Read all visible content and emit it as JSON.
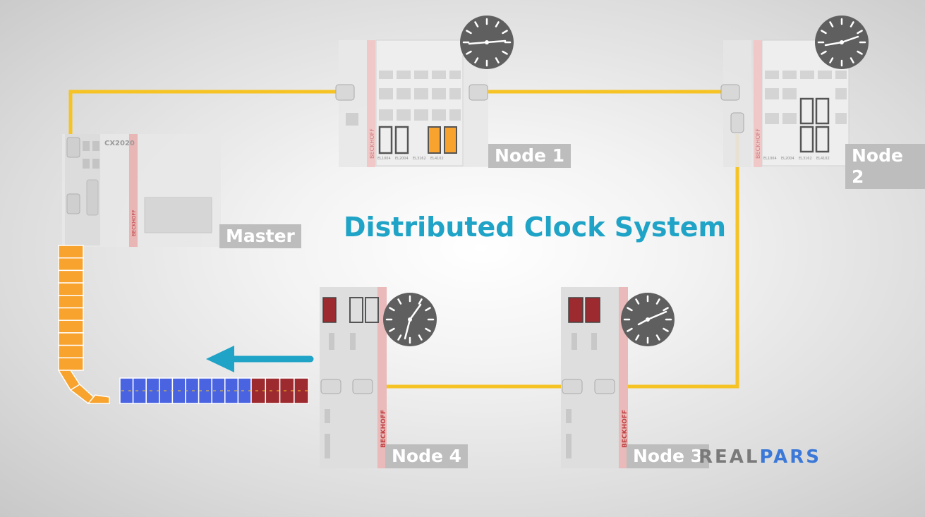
{
  "title": "Distributed Clock System",
  "master": {
    "label": "Master",
    "model": "CX2020",
    "brand": "BECKHOFF"
  },
  "nodes": [
    {
      "label": "Node 1",
      "brand": "BECKHOFF"
    },
    {
      "label": "Node 2",
      "brand": "BECKHOFF"
    },
    {
      "label": "Node 3",
      "brand": "BECKHOFF"
    },
    {
      "label": "Node 4",
      "brand": "BECKHOFF"
    }
  ],
  "module_labels": [
    "EL1004",
    "EL2004",
    "EL3162",
    "EL4102"
  ],
  "logo": {
    "part1": "REAL",
    "part2": "PARS"
  },
  "colors": {
    "cable": "#f6c324",
    "frame_orange": "#f7a32e",
    "frame_blue": "#4a63e0",
    "frame_red": "#9c2a2e",
    "title": "#1fa3c6",
    "arrow": "#1fa3c6",
    "clock_face": "#5f5f5f"
  },
  "icons": [
    "clock-icon",
    "ethernet-port-icon",
    "direction-arrow-icon"
  ]
}
